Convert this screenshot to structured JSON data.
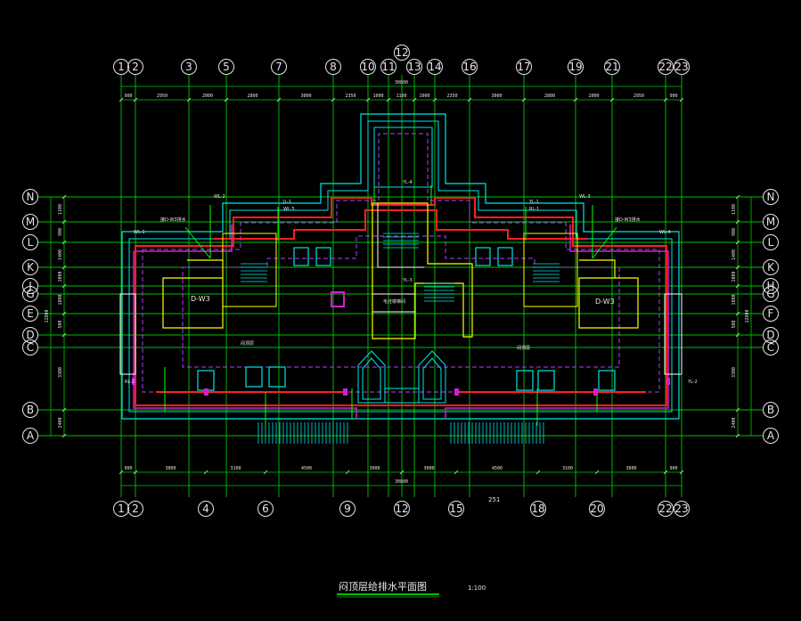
{
  "drawing": {
    "title": "闷顶层给排水平面图",
    "scale": "1:100",
    "page_number": "251"
  },
  "colors": {
    "background": "#000000",
    "axis": "#00ff00",
    "bubble": "#e6e6e6",
    "wall": "#00e5e5",
    "pipe_red": "#ff2020",
    "pipe_magenta": "#d020d0",
    "pipe_dashed": "#b040ff",
    "yellow": "#ffff00",
    "white": "#ffffff"
  },
  "axes": {
    "top": [
      "1",
      "2",
      "3",
      "5",
      "7",
      "8",
      "10",
      "11",
      "12",
      "13",
      "14",
      "16",
      "17",
      "19",
      "21",
      "22",
      "23"
    ],
    "bottom": [
      "1",
      "2",
      "4",
      "6",
      "9",
      "12",
      "15",
      "18",
      "20",
      "22",
      "23"
    ],
    "left": [
      "N",
      "M",
      "L",
      "K",
      "J",
      "G",
      "E",
      "D",
      "C",
      "B",
      "A"
    ],
    "right": [
      "N",
      "M",
      "L",
      "K",
      "H",
      "G",
      "F",
      "D",
      "C",
      "B",
      "A"
    ]
  },
  "dimensions": {
    "top_segments": [
      "900",
      "2950",
      "2000",
      "2800",
      "3000",
      "2350",
      "1000",
      "1100",
      "1000",
      "2350",
      "3000",
      "2800",
      "2000",
      "2950",
      "900"
    ],
    "top_total": "30800",
    "bottom_segments": [
      "900",
      "3800",
      "3100",
      "4500",
      "3000",
      "3000",
      "4500",
      "3100",
      "3800",
      "900"
    ],
    "bottom_total": "30800",
    "left_segments": [
      "1100",
      "900",
      "1400",
      "1000",
      "1800",
      "500",
      "3300",
      "2400"
    ],
    "left_total": "12800",
    "right_segments": [
      "1100",
      "900",
      "1400",
      "1000",
      "1800",
      "500",
      "3300",
      "2400"
    ],
    "right_total": "12800"
  },
  "labels": {
    "unit_left": "D-W3",
    "unit_right": "D-W3",
    "room_left": "闷顶层",
    "room_right": "闷顶层",
    "stair_room": "毛坯楼梯间",
    "riser_left_main": "接D-W3排水",
    "riser_right_main": "接D-W3排水",
    "small_tags": [
      "WL-2",
      "WL-3",
      "JL-1",
      "YL-1",
      "YL-4",
      "WL-1",
      "WL-4",
      "WL-5",
      "RL-1",
      "RL-2",
      "YL-2",
      "YL-3"
    ]
  }
}
